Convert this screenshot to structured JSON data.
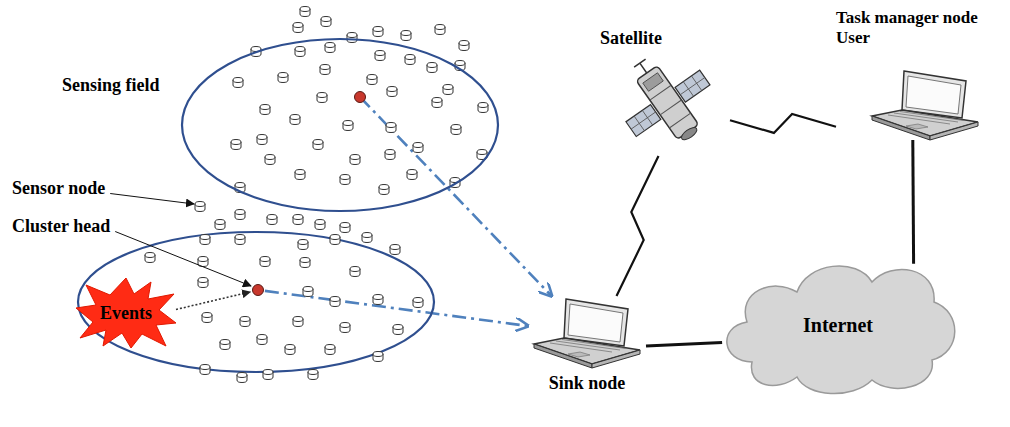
{
  "diagram": {
    "nodes": [
      {
        "text": [
          "Sensing field"
        ]
      },
      {
        "text": [
          "Events"
        ]
      },
      {
        "text": [
          "Sink node"
        ]
      },
      {
        "text": [
          "Satellite"
        ]
      },
      {
        "text": [
          "Task manager node User"
        ]
      },
      {
        "text": [
          "Internet"
        ]
      }
    ],
    "edges": [
      {
        "from": 0,
        "to": 2,
        "arrow": "to"
      },
      {
        "from": 1,
        "to": 2,
        "arrow": "to"
      },
      {
        "from": 2,
        "to": 3,
        "arrow": "none"
      },
      {
        "from": 3,
        "to": 4,
        "arrow": "none"
      },
      {
        "from": 2,
        "to": 5,
        "arrow": "none"
      },
      {
        "from": 5,
        "to": 4,
        "arrow": "none"
      }
    ],
    "labels": [
      "Sensor node",
      "Cluster head"
    ]
  }
}
